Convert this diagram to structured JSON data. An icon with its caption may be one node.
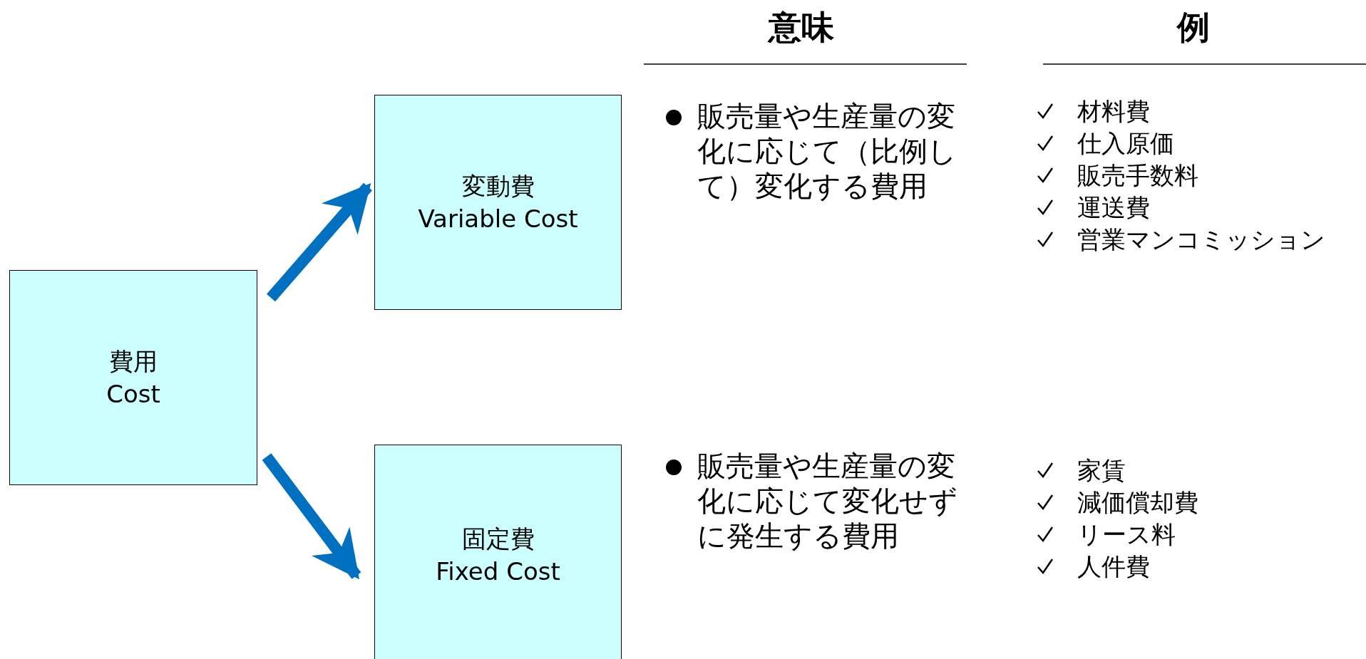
{
  "diagram": {
    "nodes": [
      {
        "text": [
          "費用",
          "Cost"
        ]
      },
      {
        "text": [
          "変動費",
          "Variable Cost"
        ]
      },
      {
        "text": [
          "固定費",
          "Fixed Cost"
        ]
      }
    ],
    "edges": [
      {
        "from": 0,
        "to": 1,
        "arrow": "to"
      },
      {
        "from": 0,
        "to": 2,
        "arrow": "to"
      }
    ],
    "labels": [
      "意味",
      "例",
      "販売量や生産量の変化に応じて（比例して）変化する費用",
      "材料費",
      "仕入原価",
      "販売手数料",
      "運送費",
      "営業マンコミッション",
      "販売量や生産量の変化に応じて変化せずに発生する費用",
      "家賃",
      "減価償却費",
      "リース料",
      "人件費"
    ]
  }
}
